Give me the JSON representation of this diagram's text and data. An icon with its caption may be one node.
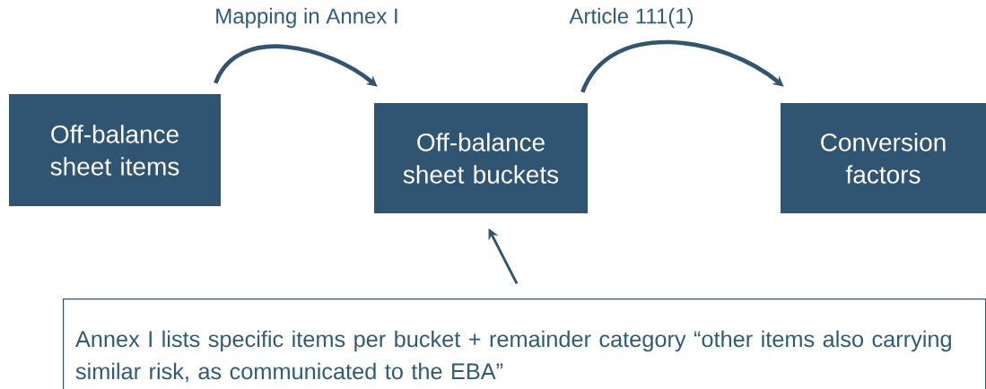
{
  "diagram": {
    "nodes": [
      {
        "text": [
          "Off-balance sheet items"
        ]
      },
      {
        "text": [
          "Off-balance sheet buckets"
        ]
      },
      {
        "text": [
          "Conversion factors"
        ]
      },
      {
        "text": [
          "Annex I lists specific items per bucket + remainder category “other items also carrying similar risk, as communicated to the EBA”"
        ]
      }
    ],
    "edges": [
      {
        "from": 0,
        "to": 1,
        "arrow": "to",
        "label": "Mapping in Annex I"
      },
      {
        "from": 1,
        "to": 2,
        "arrow": "to",
        "label": "Article 111(1)"
      },
      {
        "from": 3,
        "to": 1,
        "arrow": "to"
      }
    ]
  }
}
